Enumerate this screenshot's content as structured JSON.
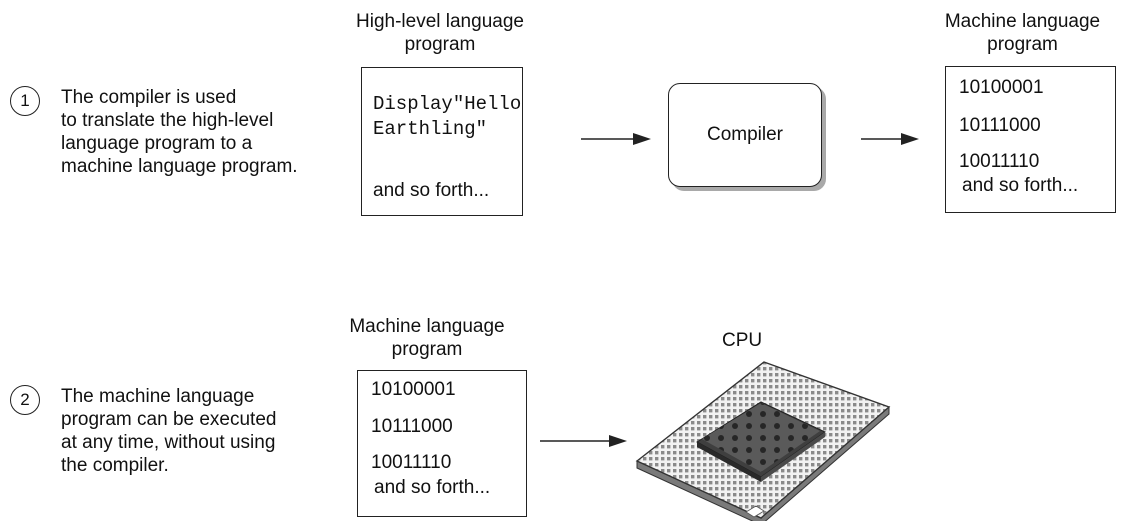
{
  "step1": {
    "number": "1",
    "description": [
      "The compiler is used",
      "to translate the high-level",
      "language program to a",
      "machine language program."
    ]
  },
  "high_level": {
    "heading": [
      "High-level language",
      "program"
    ],
    "code": [
      "Display\"Hello",
      "Earthling\""
    ],
    "trailer": "and so forth..."
  },
  "compiler": {
    "label": "Compiler"
  },
  "machine_top": {
    "heading": [
      "Machine language",
      "program"
    ],
    "lines": [
      "10100001",
      "10111000",
      "10011110",
      "and so forth..."
    ]
  },
  "step2": {
    "number": "2",
    "description": [
      "The machine language",
      "program can be executed",
      "at any time, without using",
      "the compiler."
    ]
  },
  "machine_bottom": {
    "heading": [
      "Machine language",
      "program"
    ],
    "lines": [
      "10100001",
      "10111000",
      "10011110",
      "and so forth..."
    ]
  },
  "cpu": {
    "label": "CPU"
  }
}
